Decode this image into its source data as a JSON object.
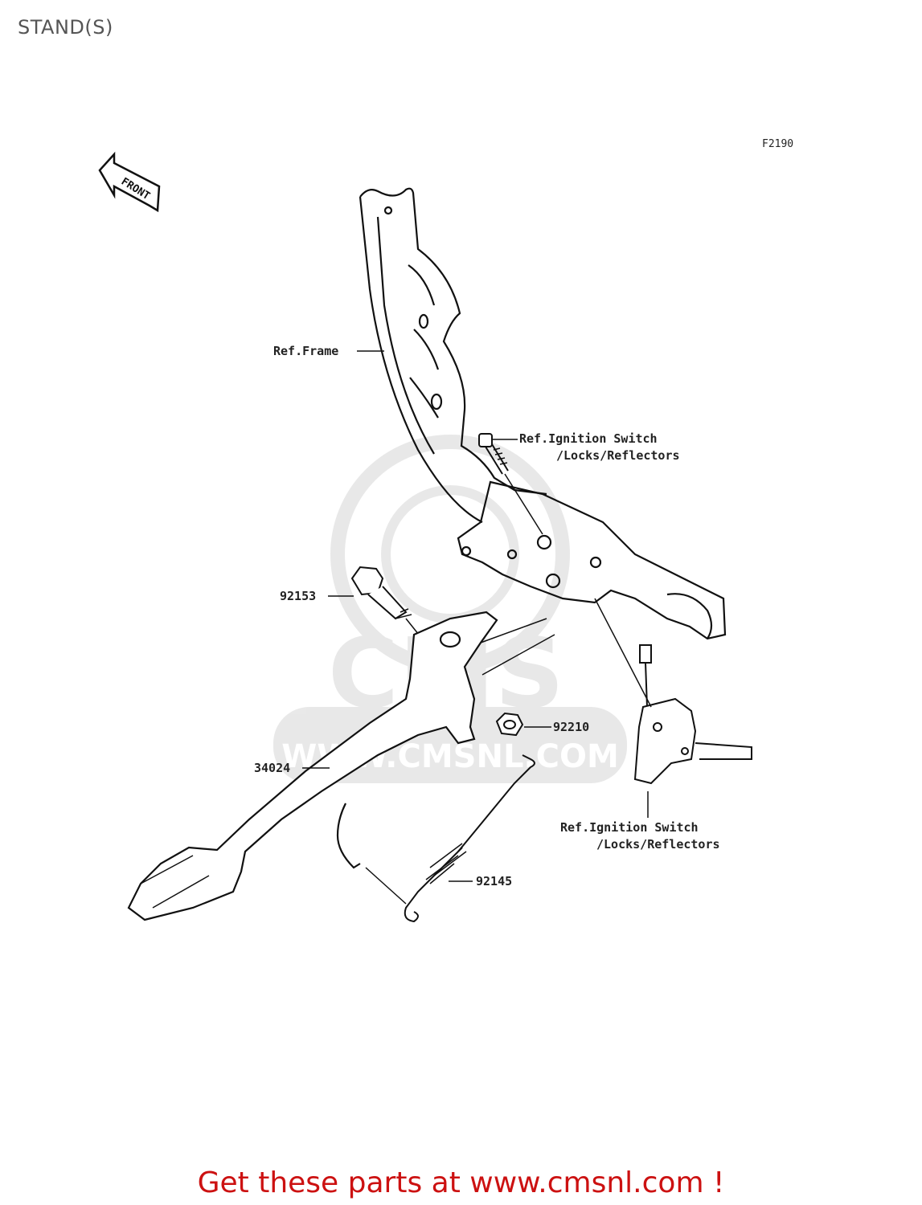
{
  "page": {
    "title": "STAND(S)",
    "figure_id": "F2190"
  },
  "watermark": {
    "logo_text": "CMS",
    "url_text": "WWW.CMSNL.COM"
  },
  "front_arrow": {
    "label": "FRONT"
  },
  "callouts": {
    "frame": "Ref.Frame",
    "ignition_top_line1": "Ref.Ignition Switch",
    "ignition_top_line2": "/Locks/Reflectors",
    "bolt": "92153",
    "nut": "92210",
    "stand": "34024",
    "ignition_bottom_line1": "Ref.Ignition Switch",
    "ignition_bottom_line2": "/Locks/Reflectors",
    "spring": "92145"
  },
  "footer": {
    "text": "Get these parts at www.cmsnl.com !",
    "color": "#cc1111"
  }
}
